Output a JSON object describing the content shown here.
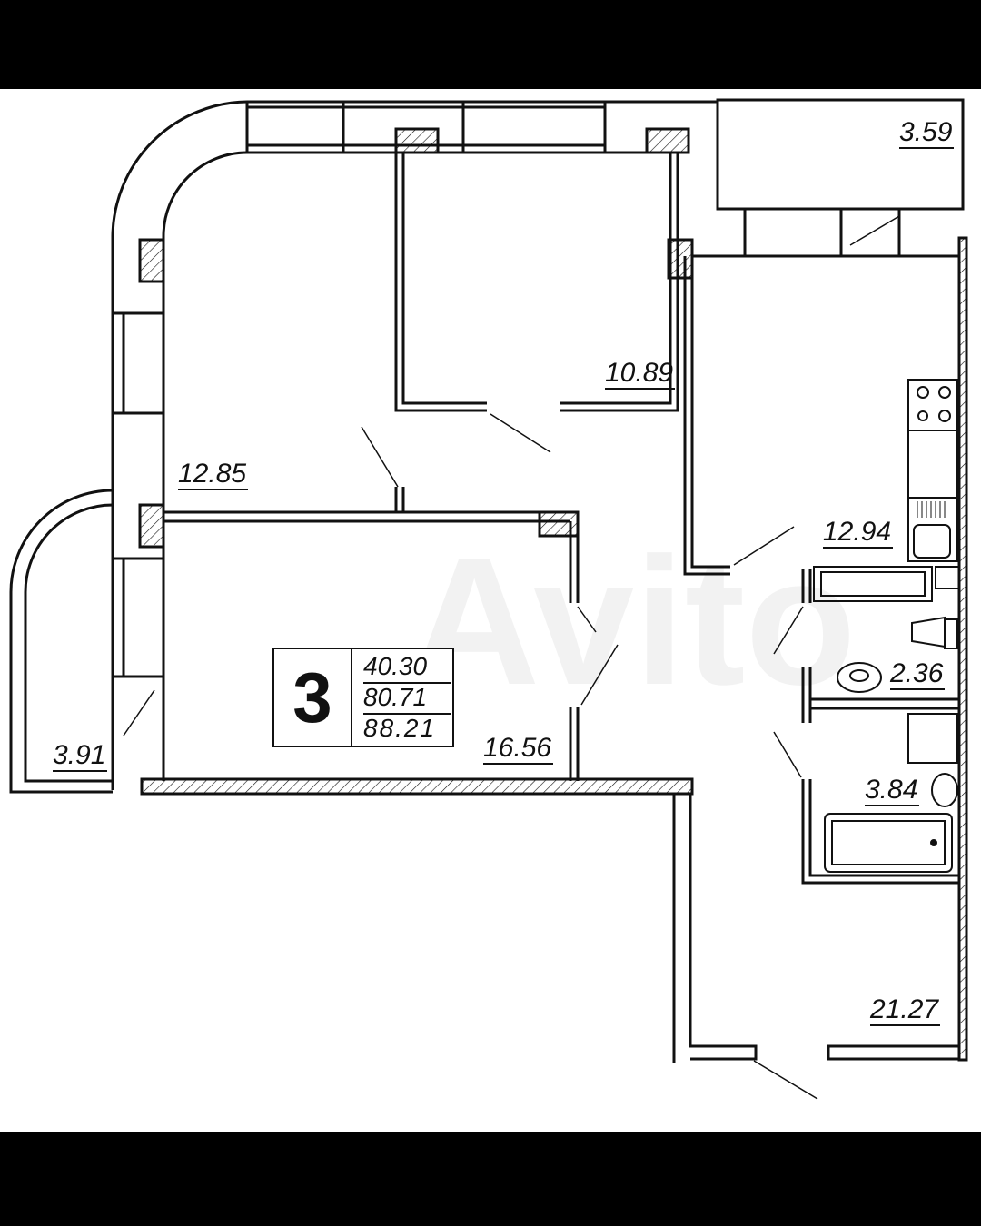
{
  "plan": {
    "rooms_count": "3",
    "summary": {
      "living_area": "40.30",
      "total_area": "80.71",
      "total_with_balconies": "88.21"
    },
    "watermark": "Avito",
    "rooms": [
      {
        "id": "balcony-top",
        "area": "3.59"
      },
      {
        "id": "bedroom-top",
        "area": "10.89"
      },
      {
        "id": "bedroom-corner",
        "area": "12.85"
      },
      {
        "id": "kitchen",
        "area": "12.94"
      },
      {
        "id": "toilet",
        "area": "2.36"
      },
      {
        "id": "balcony-left",
        "area": "3.91"
      },
      {
        "id": "living-room",
        "area": "16.56"
      },
      {
        "id": "bathroom",
        "area": "3.84"
      },
      {
        "id": "hallway",
        "area": "21.27"
      }
    ]
  }
}
